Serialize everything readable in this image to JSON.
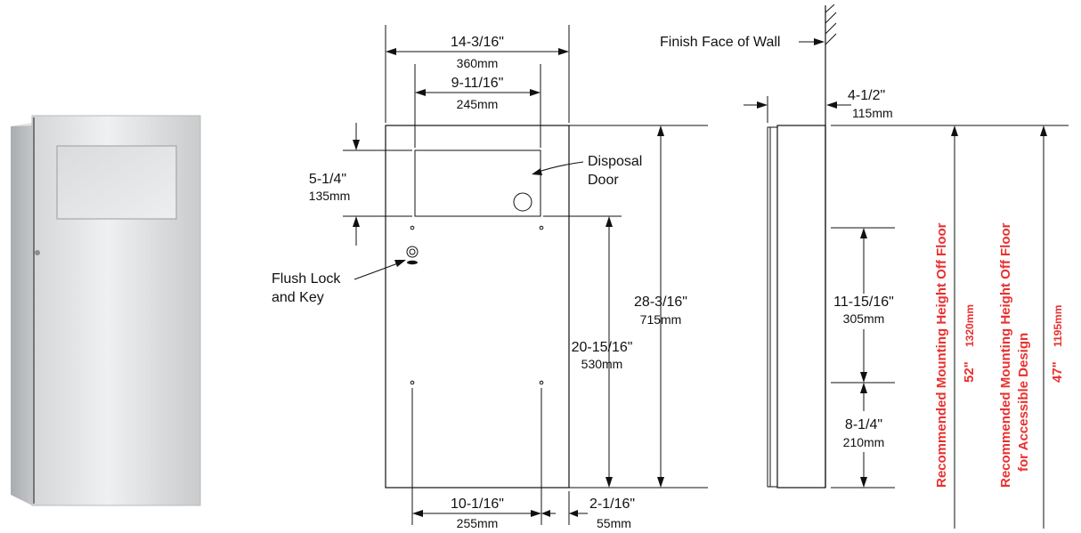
{
  "colors": {
    "accent_red": "#e8312f",
    "line": "#111111"
  },
  "labels": {
    "finish_face_of_wall": "Finish Face of Wall",
    "disposal_door_line1": "Disposal",
    "disposal_door_line2": "Door",
    "flush_lock_line1": "Flush Lock",
    "flush_lock_line2": "and Key"
  },
  "dimensions": {
    "overall_width": {
      "imperial": "14-3/16\"",
      "metric": "360mm"
    },
    "door_width": {
      "imperial": "9-11/16\"",
      "metric": "245mm"
    },
    "door_height": {
      "imperial": "5-1/4\"",
      "metric": "135mm"
    },
    "overall_height": {
      "imperial": "28-3/16\"",
      "metric": "715mm"
    },
    "door_to_bottom_holes": {
      "imperial": "20-15/16\"",
      "metric": "530mm"
    },
    "bottom_hole_spacing": {
      "imperial": "10-1/16\"",
      "metric": "255mm"
    },
    "bottom_hole_offset": {
      "imperial": "2-1/16\"",
      "metric": "55mm"
    },
    "depth": {
      "imperial": "4-1/2\"",
      "metric": "115mm"
    },
    "side_hole_spacing": {
      "imperial": "11-15/16\"",
      "metric": "305mm"
    },
    "side_hole_to_bottom": {
      "imperial": "8-1/4\"",
      "metric": "210mm"
    }
  },
  "mounting": {
    "standard": {
      "title": "Recommended Mounting Height Off Floor",
      "imperial": "52\"",
      "metric": "1320mm"
    },
    "accessible": {
      "title_line1": "Recommended Mounting Height Off Floor",
      "title_line2": "for Accessible Design",
      "imperial": "47\"",
      "metric": "1195mm"
    }
  }
}
